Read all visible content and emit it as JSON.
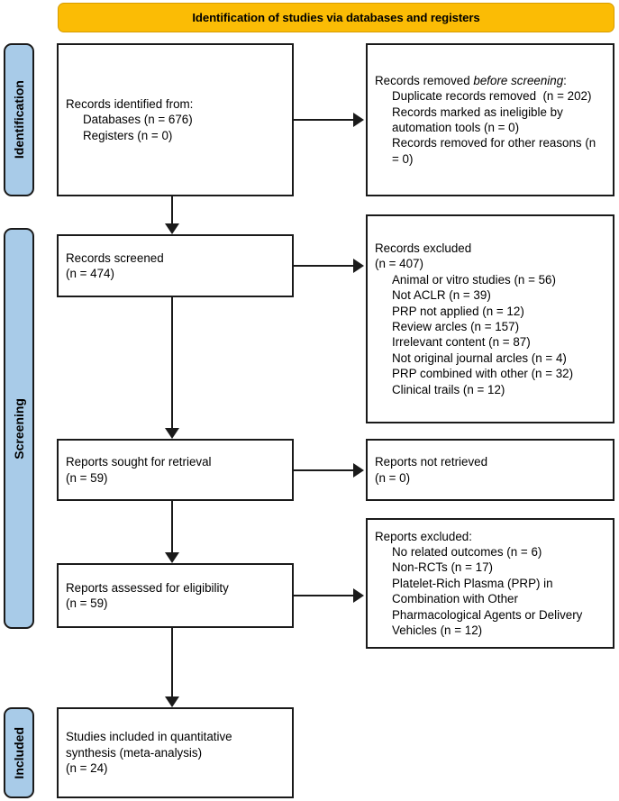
{
  "banner": {
    "title": "Identification of studies via databases and registers"
  },
  "stages": [
    {
      "id": "identification",
      "label": "Identification"
    },
    {
      "id": "screening",
      "label": "Screening"
    },
    {
      "id": "included",
      "label": "Included"
    }
  ],
  "colors": {
    "banner_fill": "#FBBC05",
    "banner_border": "#D79B00",
    "stage_fill": "#A8CBE8",
    "box_border": "#1a1a1a",
    "box_fill": "#FFFFFF",
    "text": "#000000"
  },
  "boxes": {
    "identified": {
      "lines": [
        {
          "text": "Records identified from:",
          "indent": false
        },
        {
          "text": "Databases (n = 676)",
          "indent": true
        },
        {
          "text": "Registers (n = 0)",
          "indent": true
        }
      ]
    },
    "removed_before_screening": {
      "heading_prefix": "Records removed ",
      "heading_italic": "before screening",
      "heading_suffix": ":",
      "lines": [
        {
          "text": "Duplicate records removed  (n = 202)",
          "indent": true
        },
        {
          "text": "Records marked as ineligible by automation tools (n = 0)",
          "indent": true
        },
        {
          "text": "Records removed for other reasons (n = 0)",
          "indent": true
        }
      ]
    },
    "screened": {
      "lines": [
        {
          "text": "Records screened",
          "indent": false
        },
        {
          "text": "(n = 474)",
          "indent": false
        }
      ]
    },
    "records_excluded": {
      "lines": [
        {
          "text": "Records excluded",
          "indent": false
        },
        {
          "text": "(n = 407)",
          "indent": false
        },
        {
          "text": "Animal or vitro studies (n = 56)",
          "indent": true
        },
        {
          "text": "Not ACLR (n = 39)",
          "indent": true
        },
        {
          "text": "PRP not applied (n = 12)",
          "indent": true
        },
        {
          "text": "Review arcles (n = 157)",
          "indent": true
        },
        {
          "text": "Irrelevant content (n = 87)",
          "indent": true
        },
        {
          "text": "Not original journal arcles (n = 4)",
          "indent": true
        },
        {
          "text": "PRP combined with other (n = 32)",
          "indent": true
        },
        {
          "text": "Clinical trails (n = 12)",
          "indent": true
        }
      ]
    },
    "sought_for_retrieval": {
      "lines": [
        {
          "text": "Reports sought for retrieval",
          "indent": false
        },
        {
          "text": "(n = 59)",
          "indent": false
        }
      ]
    },
    "not_retrieved": {
      "lines": [
        {
          "text": "Reports not retrieved",
          "indent": false
        },
        {
          "text": "(n = 0)",
          "indent": false
        }
      ]
    },
    "assessed_for_eligibility": {
      "lines": [
        {
          "text": "Reports assessed for eligibility",
          "indent": false
        },
        {
          "text": "(n = 59)",
          "indent": false
        }
      ]
    },
    "reports_excluded": {
      "lines": [
        {
          "text": "Reports excluded:",
          "indent": false
        },
        {
          "text": "No related outcomes (n = 6)",
          "indent": true
        },
        {
          "text": "Non-RCTs (n = 17)",
          "indent": true
        },
        {
          "text": "Platelet-Rich Plasma (PRP) in Combination with Other Pharmacological Agents or Delivery Vehicles (n = 12)",
          "indent": true
        }
      ]
    },
    "studies_included": {
      "lines": [
        {
          "text": "Studies included in quantitative",
          "indent": false
        },
        {
          "text": "synthesis (meta-analysis)",
          "indent": false
        },
        {
          "text": "(n = 24)",
          "indent": false
        }
      ]
    }
  }
}
